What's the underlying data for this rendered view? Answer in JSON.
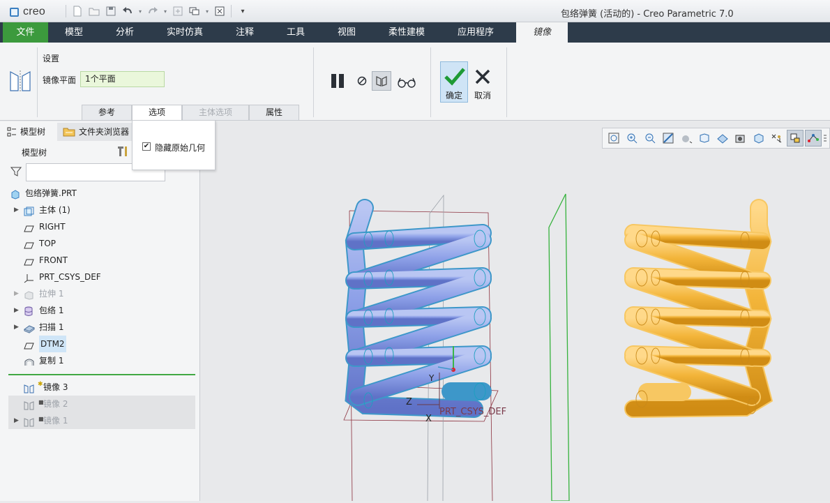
{
  "app": {
    "logo_text": "creo",
    "window_title": "包络弹簧 (活动的) - Creo Parametric 7.0"
  },
  "ribbon_tabs": [
    {
      "label": "文件"
    },
    {
      "label": "模型"
    },
    {
      "label": "分析"
    },
    {
      "label": "实时仿真"
    },
    {
      "label": "注释"
    },
    {
      "label": "工具"
    },
    {
      "label": "视图"
    },
    {
      "label": "柔性建模"
    },
    {
      "label": "应用程序"
    },
    {
      "label": "镜像"
    }
  ],
  "mirror_panel": {
    "settings_label": "设置",
    "plane_label": "镜像平面",
    "plane_value": "1个平面",
    "subtabs": [
      "参考",
      "选项",
      "主体选项",
      "属性"
    ],
    "confirm_label": "确定",
    "cancel_label": "取消"
  },
  "options_popup": {
    "checkbox_label": "隐藏原始几何",
    "checked": true
  },
  "left_panel": {
    "tab_model_tree": "模型树",
    "tab_folder_browser": "文件夹浏览器",
    "tree_header": "模型树",
    "filter_value": ""
  },
  "tree_items": [
    {
      "label": "包络弹簧.PRT"
    },
    {
      "label": "主体 (1)"
    },
    {
      "label": "RIGHT"
    },
    {
      "label": "TOP"
    },
    {
      "label": "FRONT"
    },
    {
      "label": "PRT_CSYS_DEF"
    },
    {
      "label": "拉伸 1"
    },
    {
      "label": "包络 1"
    },
    {
      "label": "扫描 1"
    },
    {
      "label": "DTM2"
    },
    {
      "label": "复制 1"
    },
    {
      "label": "镜像 3"
    },
    {
      "label": "镜像 2"
    },
    {
      "label": "镜像 1"
    }
  ],
  "viewport": {
    "csys_label": "PRT_CSYS_DEF",
    "axis_y": "Y",
    "axis_z": "Z",
    "axis_x": "X"
  },
  "colors": {
    "file_tab": "#3c9a3d",
    "tabbar": "#2d3b4a",
    "spring_blue": "#8a9ee8",
    "spring_orange": "#f0b43a",
    "mirror_plane": "#3cb43c"
  }
}
